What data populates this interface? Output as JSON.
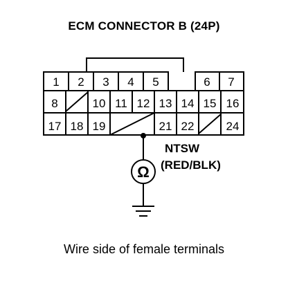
{
  "title": "ECM CONNECTOR B (24P)",
  "wire_label": "NTSW",
  "wire_color": "(RED/BLK)",
  "meter_symbol": "Ω",
  "caption": "Wire side of female terminals",
  "terminals": {
    "row1": [
      "1",
      "2",
      "3",
      "4",
      "5",
      "",
      "6",
      "7"
    ],
    "row2": [
      "8",
      "",
      "10",
      "11",
      "12",
      "13",
      "14",
      "15",
      "16"
    ],
    "row3": [
      "17",
      "18",
      "19",
      "",
      "",
      "21",
      "22",
      "",
      "24"
    ]
  }
}
